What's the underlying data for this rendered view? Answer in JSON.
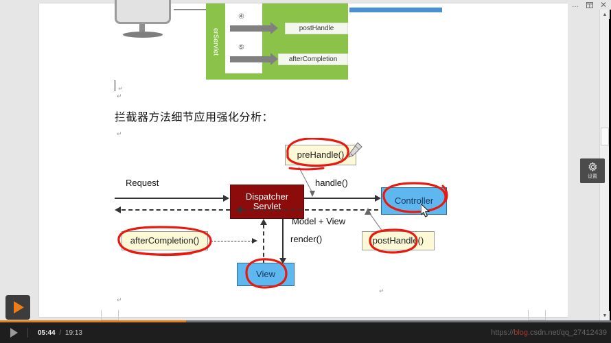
{
  "window": {
    "more_icon": "…",
    "restore_icon": "restore",
    "close_icon": "✕"
  },
  "scrollbar": {
    "up_icon": "▲",
    "down_icon": "▼"
  },
  "overlay": {
    "settings_label": "设置",
    "settings_icon": "gear-icon",
    "play_icon": "play-icon"
  },
  "player": {
    "play_icon": "▶",
    "current_time": "05:44",
    "separator": "/",
    "total_time": "19:13",
    "progress_percent": 30.5,
    "watermark_prefix": "https://",
    "watermark_highlight": "blog.",
    "watermark_suffix": "csdn.net/qq_27412439"
  },
  "document": {
    "heading": "拦截器方法细节应用强化分析：",
    "paragraph_marks": [
      "↵",
      "↵",
      "↵",
      "↵",
      "↵"
    ]
  },
  "top_diagram": {
    "vertical_label": "erServlet",
    "steps": [
      {
        "number": "④",
        "label": "postHandle"
      },
      {
        "number": "⑤",
        "label": "afterCompletion"
      }
    ],
    "monitor_icon": "monitor-icon",
    "colors": {
      "green": "#8bc34a",
      "blue_bar": "#4a8fd0",
      "arrow_gray": "#808080"
    }
  },
  "mvc_diagram": {
    "nodes": {
      "dispatcher": "Dispatcher\nServlet",
      "dispatcher_line1": "Dispatcher",
      "dispatcher_line2": "Servlet",
      "controller": "Controller",
      "view": "View",
      "prehandle": "preHandle()",
      "posthandle": "postHandle()",
      "aftercompletion": "afterCompletion()"
    },
    "edge_labels": {
      "request": "Request",
      "handle": "handle()",
      "model_view": "Model + View",
      "render": "render()"
    },
    "colors": {
      "dispatcher_bg": "#8c0b0b",
      "blue_bg": "#5eb8ef",
      "yellow_bg": "#fdf8d5",
      "ink_red": "#e8190f",
      "line": "#333333"
    },
    "annotations": [
      "circle-prehandle",
      "circle-controller",
      "circle-posthandle",
      "circle-aftercompletion",
      "circle-view"
    ]
  }
}
